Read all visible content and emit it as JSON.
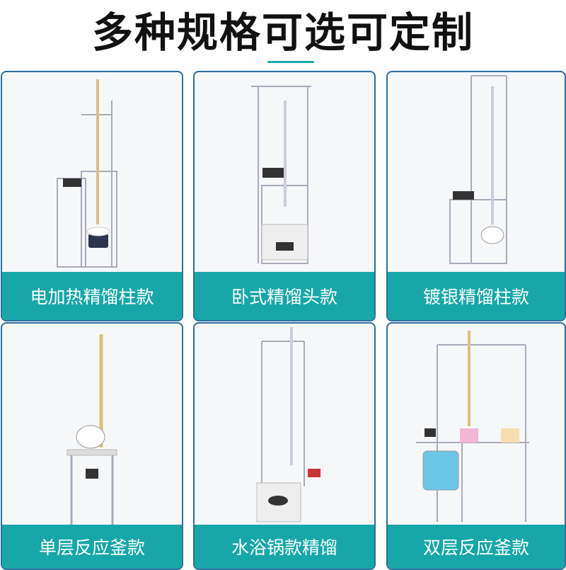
{
  "title": "多种规格可选可定制",
  "accent_color": "#17a7a8",
  "border_color": "#2c6f9e",
  "products": [
    {
      "label": "电加热精馏柱款"
    },
    {
      "label": "卧式精馏头款"
    },
    {
      "label": "镀银精馏柱款"
    },
    {
      "label": "单层反应釜款"
    },
    {
      "label": "水浴锅款精馏"
    },
    {
      "label": "双层反应釜款"
    }
  ]
}
